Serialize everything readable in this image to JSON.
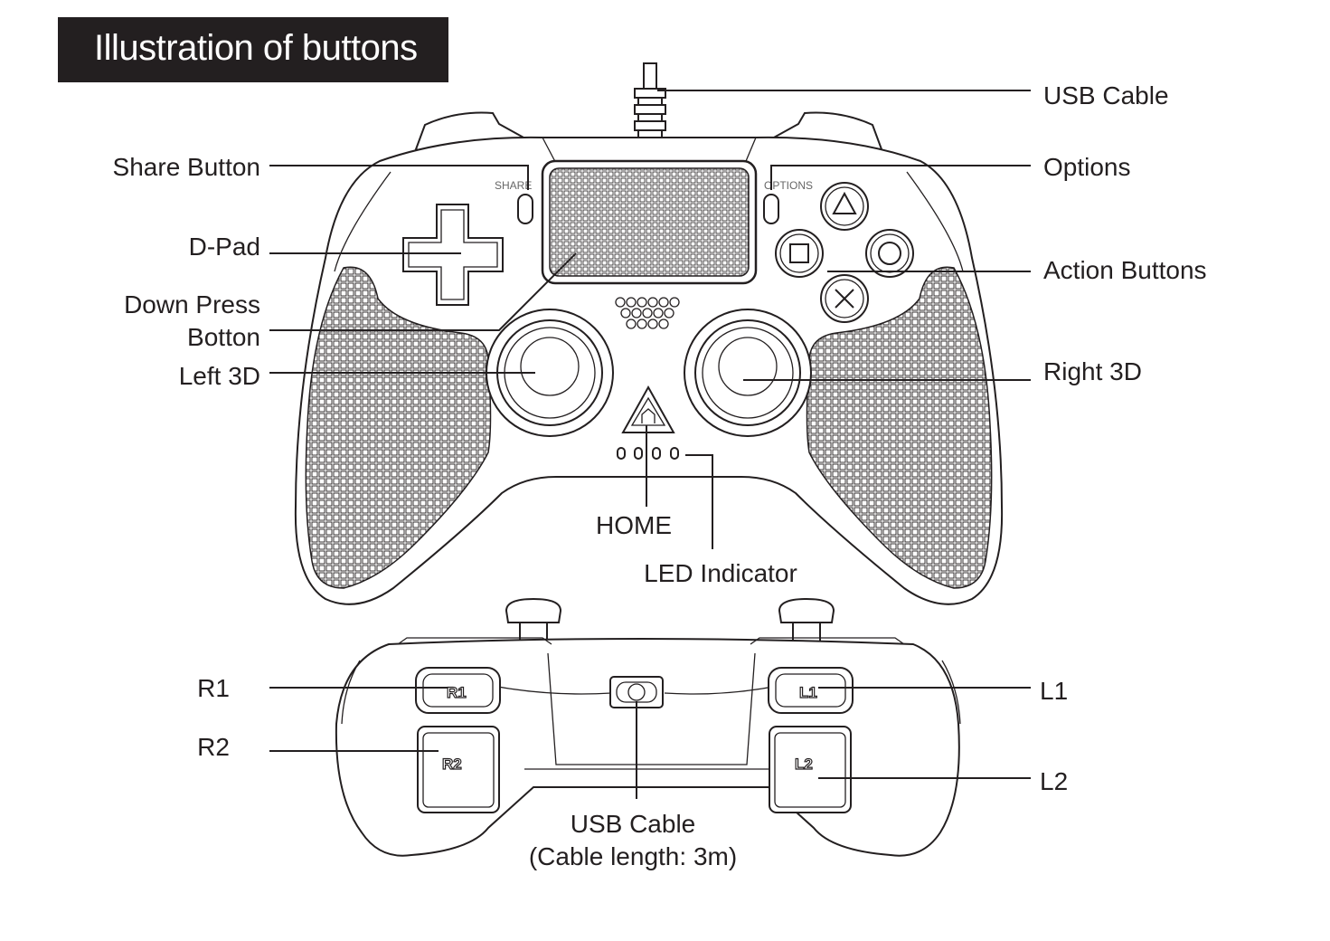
{
  "title": "Illustration of buttons",
  "front_labels": {
    "usb_cable": "USB Cable",
    "share_button": "Share Button",
    "options": "Options",
    "d_pad": "D-Pad",
    "action_buttons": "Action Buttons",
    "down_press_line1": "Down Press",
    "down_press_line2": "Botton",
    "left_3d": "Left 3D",
    "right_3d": "Right 3D",
    "home": "HOME",
    "led_indicator": "LED Indicator"
  },
  "controller_text": {
    "share": "SHARE",
    "options": "OPTIONS"
  },
  "top_labels": {
    "r1": "R1",
    "r2": "R2",
    "l1": "L1",
    "l2": "L2",
    "usb_cable_line1": "USB Cable",
    "usb_cable_line2": "(Cable length: 3m)"
  },
  "button_markings": {
    "r1": "R1",
    "r2": "R2",
    "l1": "L1",
    "l2": "L2"
  }
}
